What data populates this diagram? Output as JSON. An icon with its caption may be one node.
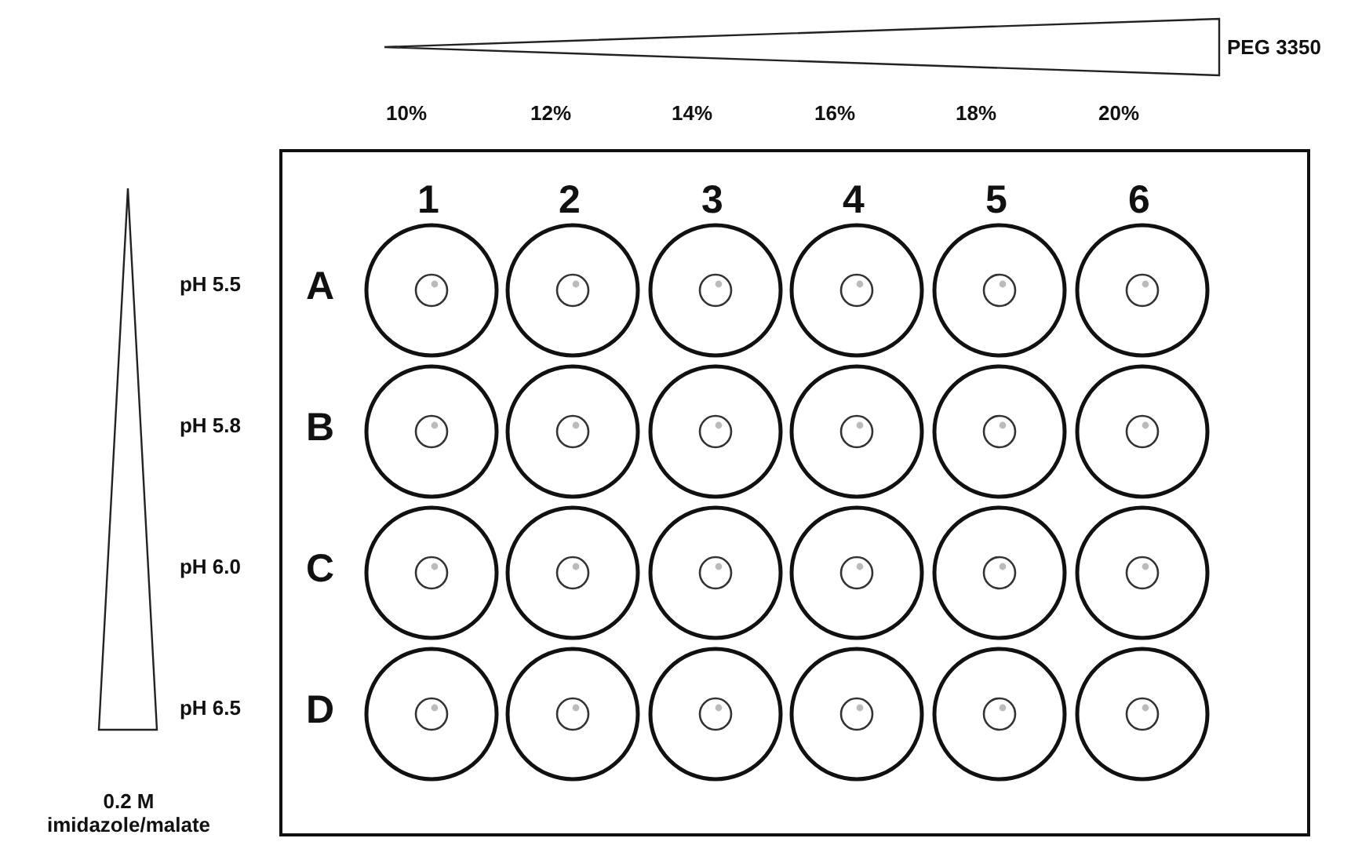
{
  "diagram": {
    "nodes": [
      {
        "text": [],
        "shape": "triangle",
        "beside": [
          "PEG 3350"
        ]
      },
      {
        "text": [],
        "shape": "triangle",
        "beside": [
          "0.2 M imidazole/malate"
        ]
      },
      {
        "text": [],
        "shape": "box"
      },
      {
        "text": [],
        "shape": "circle",
        "in": 2
      },
      {
        "text": [],
        "shape": "circle",
        "in": 2
      },
      {
        "text": [],
        "shape": "circle",
        "in": 2
      },
      {
        "text": [],
        "shape": "circle",
        "in": 2
      },
      {
        "text": [],
        "shape": "circle",
        "in": 2
      },
      {
        "text": [],
        "shape": "circle",
        "in": 2
      },
      {
        "text": [],
        "shape": "circle",
        "in": 2
      },
      {
        "text": [],
        "shape": "circle",
        "in": 2
      },
      {
        "text": [],
        "shape": "circle",
        "in": 2
      },
      {
        "text": [],
        "shape": "circle",
        "in": 2
      },
      {
        "text": [],
        "shape": "circle",
        "in": 2
      },
      {
        "text": [],
        "shape": "circle",
        "in": 2
      },
      {
        "text": [],
        "shape": "circle",
        "in": 2
      },
      {
        "text": [],
        "shape": "circle",
        "in": 2
      },
      {
        "text": [],
        "shape": "circle",
        "in": 2
      },
      {
        "text": [],
        "shape": "circle",
        "in": 2
      },
      {
        "text": [],
        "shape": "circle",
        "in": 2
      },
      {
        "text": [],
        "shape": "circle",
        "in": 2
      },
      {
        "text": [],
        "shape": "circle",
        "in": 2
      },
      {
        "text": [],
        "shape": "circle",
        "in": 2
      },
      {
        "text": [],
        "shape": "circle",
        "in": 2
      },
      {
        "text": [],
        "shape": "circle",
        "in": 2
      },
      {
        "text": [],
        "shape": "circle",
        "in": 2
      },
      {
        "text": [],
        "shape": "circle",
        "in": 2
      }
    ],
    "labels": [
      "10%",
      "12%",
      "14%",
      "16%",
      "18%",
      "20%",
      "1",
      "2",
      "3",
      "4",
      "5",
      "6",
      "pH 5.5",
      "A",
      "pH 5.8",
      "B",
      "pH 6.0",
      "C",
      "pH 6.5",
      "D"
    ]
  }
}
